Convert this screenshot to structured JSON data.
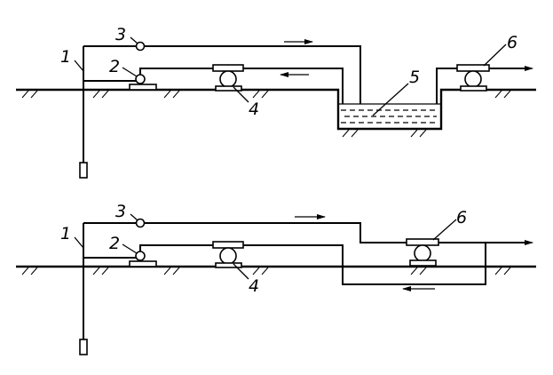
{
  "figure": {
    "top_scheme": {
      "labels": {
        "l1": "1",
        "l2": "2",
        "l3": "3",
        "l4": "4",
        "l5": "5",
        "l6": "6"
      }
    },
    "bottom_scheme": {
      "labels": {
        "l1": "1",
        "l2": "2",
        "l3": "3",
        "l4": "4",
        "l6": "6"
      }
    }
  }
}
